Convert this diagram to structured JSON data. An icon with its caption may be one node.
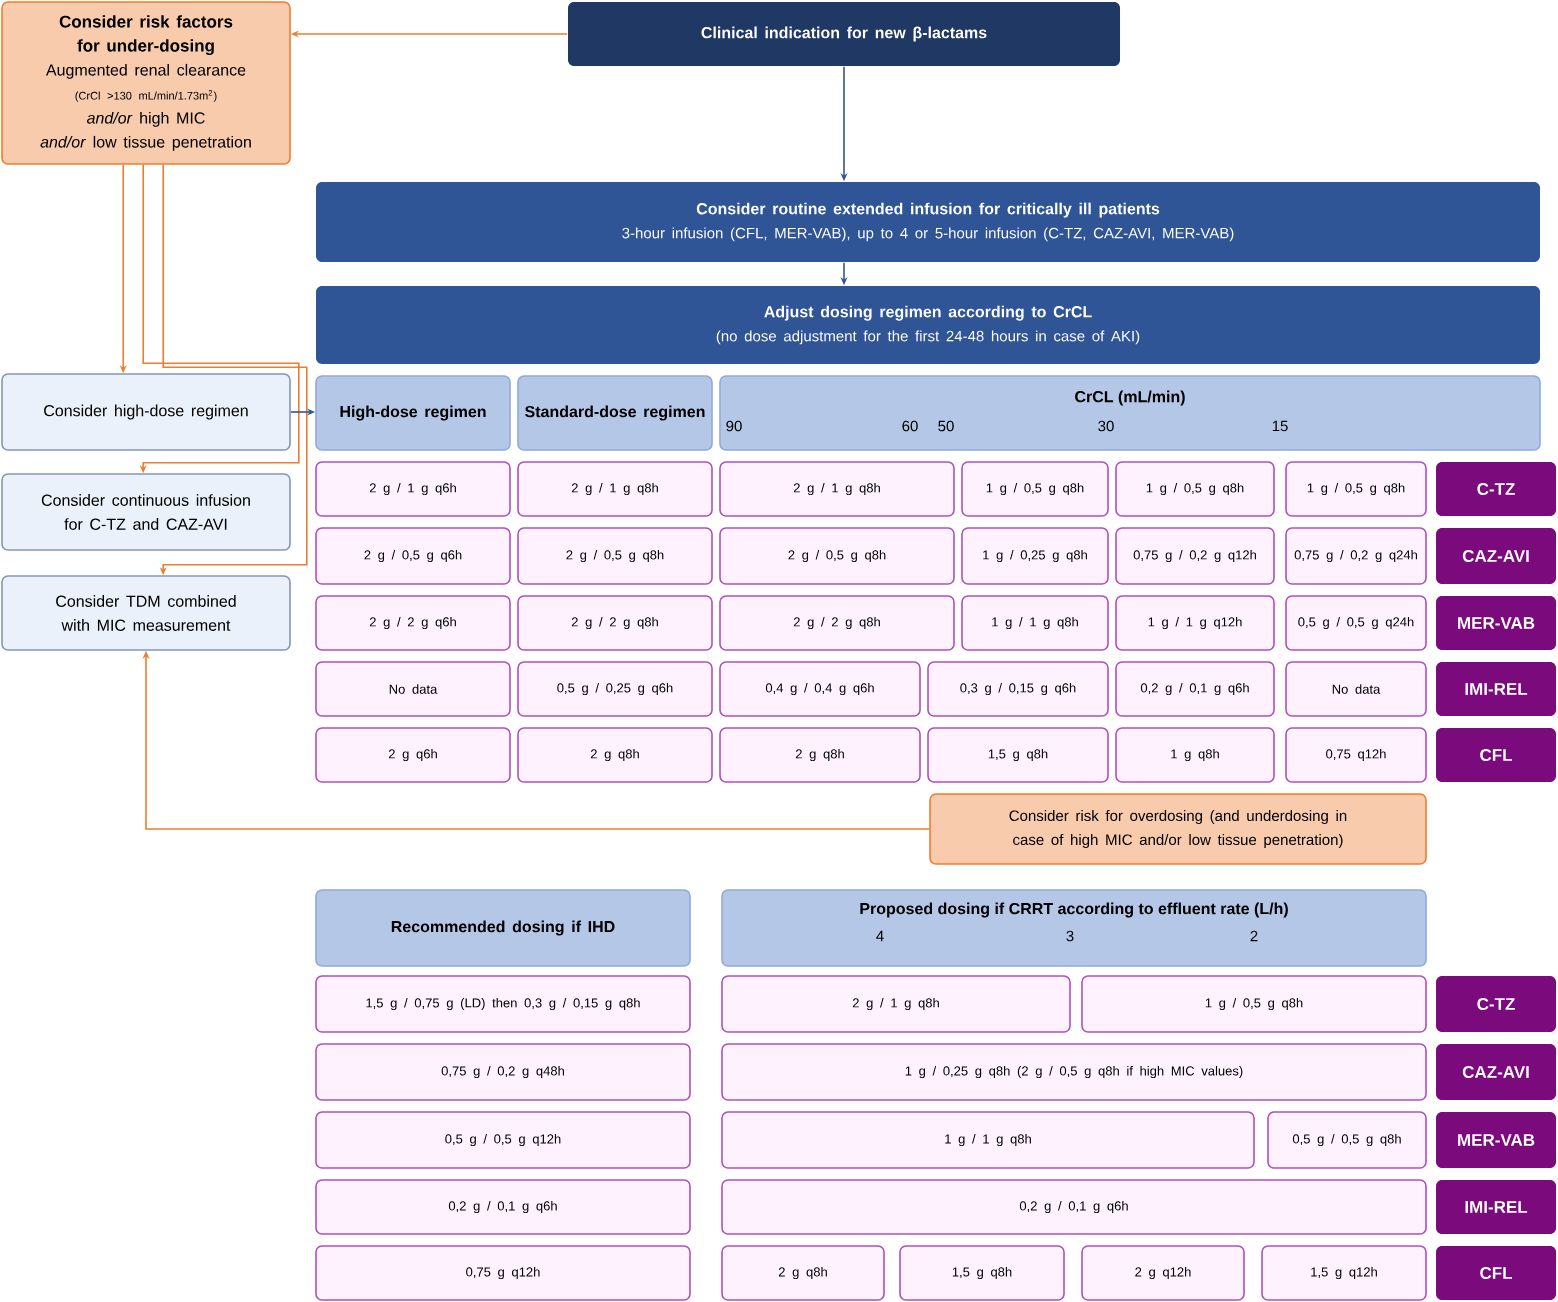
{
  "diagram": {
    "nodes": [
      {
        "text": [
          "Clinical indication for new β-lactams"
        ]
      },
      {
        "text": [
          "Consider risk factors for under-dosing",
          "Augmented renal clearance",
          "(CrCl >130 mL/min/1.73m$^{2}$)",
          "*and/or* high MIC",
          "*and/or* low tissue penetration"
        ]
      },
      {
        "text": [
          "Consider routine extended infusion for critically ill patients",
          "3-hour infusion (CFL, MER-VAB), up to 4 or 5-hour infusion (C-TZ, CAZ-AVI, MER-VAB)"
        ]
      },
      {
        "text": [
          "Adjust dosing regimen according to CrCL",
          "(no dose adjustment for the first 24-48 hours in case of AKI)"
        ]
      },
      {
        "text": [
          "Consider high-dose regimen"
        ]
      },
      {
        "text": [
          "Consider continuous infusion for C-TZ and CAZ-AVI"
        ]
      },
      {
        "text": [
          "Consider TDM combined with MIC measurement"
        ]
      },
      {
        "text": [
          "High-dose regimen"
        ]
      },
      {
        "text": [
          "Standard-dose regimen"
        ]
      },
      {
        "text": [
          "CrCL (mL/min)",
          "90",
          "60",
          "50",
          "30",
          "15"
        ]
      },
      {
        "text": [
          "2 g / 1 g q6h"
        ]
      },
      {
        "text": [
          "2 g / 1 g q8h"
        ]
      },
      {
        "text": [
          "2 g / 1 g q8h"
        ]
      },
      {
        "text": [
          "1 g / 0,5 g q8h"
        ]
      },
      {
        "text": [
          "1 g / 0,5 g q8h"
        ]
      },
      {
        "text": [
          "1 g / 0,5 g q8h"
        ]
      },
      {
        "text": [
          "C-TZ"
        ]
      },
      {
        "text": [
          "2 g / 0,5 g q6h"
        ]
      },
      {
        "text": [
          "2 g / 0,5 g q8h"
        ]
      },
      {
        "text": [
          "2 g / 0,5 g q8h"
        ]
      },
      {
        "text": [
          "1 g / 0,25 g q8h"
        ]
      },
      {
        "text": [
          "0,75 g / 0,2 g q12h"
        ]
      },
      {
        "text": [
          "0,75 g / 0,2 g q24h"
        ]
      },
      {
        "text": [
          "CAZ-AVI"
        ]
      },
      {
        "text": [
          "2 g / 2 g q6h"
        ]
      },
      {
        "text": [
          "2 g / 2 g q8h"
        ]
      },
      {
        "text": [
          "2 g / 2 g q8h"
        ]
      },
      {
        "text": [
          "1 g / 1 g q8h"
        ]
      },
      {
        "text": [
          "1 g / 1 g q12h"
        ]
      },
      {
        "text": [
          "0,5 g / 0,5 g q24h"
        ]
      },
      {
        "text": [
          "MER-VAB"
        ]
      },
      {
        "text": [
          "No data"
        ]
      },
      {
        "text": [
          "0,5 g / 0,25 g q6h"
        ]
      },
      {
        "text": [
          "0,4 g / 0,4 g q6h"
        ]
      },
      {
        "text": [
          "0,3 g / 0,15 g q6h"
        ]
      },
      {
        "text": [
          "0,2 g / 0,1 g q6h"
        ]
      },
      {
        "text": [
          "No data"
        ]
      },
      {
        "text": [
          "IMI-REL"
        ]
      },
      {
        "text": [
          "2 g q6h"
        ]
      },
      {
        "text": [
          "2 g q8h"
        ]
      },
      {
        "text": [
          "2 g q8h"
        ]
      },
      {
        "text": [
          "1,5 g q8h"
        ]
      },
      {
        "text": [
          "1 g q8h"
        ]
      },
      {
        "text": [
          "0,75 q12h"
        ]
      },
      {
        "text": [
          "CFL"
        ]
      },
      {
        "text": [
          "Consider risk for overdosing (and underdosing in case of high MIC and/or low tissue penetration)"
        ]
      },
      {
        "text": [
          "Recommended dosing if IHD"
        ]
      },
      {
        "text": [
          "Proposed dosing if CRRT according to effluent rate (L/h)",
          "4",
          "3",
          "2"
        ]
      },
      {
        "text": [
          "1,5 g / 0,75 g (LD) then 0,3 g / 0,15 g q8h"
        ]
      },
      {
        "text": [
          "2 g / 1 g q8h"
        ]
      },
      {
        "text": [
          "1 g / 0,5 g q8h"
        ]
      },
      {
        "text": [
          "C-TZ"
        ]
      },
      {
        "text": [
          "0,75 g / 0,2 g q48h"
        ]
      },
      {
        "text": [
          "1 g / 0,25 g q8h (2 g / 0,5 g q8h if high MIC values)"
        ]
      },
      {
        "text": [
          "CAZ-AVI"
        ]
      },
      {
        "text": [
          "0,5 g / 0,5 g q12h"
        ]
      },
      {
        "text": [
          "1 g / 1 g q8h"
        ]
      },
      {
        "text": [
          "0,5 g / 0,5 g q8h"
        ]
      },
      {
        "text": [
          "MER-VAB"
        ]
      },
      {
        "text": [
          "0,2 g / 0,1 g q6h"
        ]
      },
      {
        "text": [
          "0,2 g / 0,1 g q6h"
        ]
      },
      {
        "text": [
          "IMI-REL"
        ]
      },
      {
        "text": [
          "0,75 g q12h"
        ]
      },
      {
        "text": [
          "2 g q8h"
        ]
      },
      {
        "text": [
          "1,5 g q8h"
        ]
      },
      {
        "text": [
          "2 g q12h"
        ]
      },
      {
        "text": [
          "1,5 g q12h"
        ]
      },
      {
        "text": [
          "CFL"
        ]
      }
    ],
    "edges": [
      {
        "from": 0,
        "to": 1,
        "arrow": "to"
      },
      {
        "from": 0,
        "to": 2,
        "arrow": "to",
        "color": "#2f5597"
      },
      {
        "from": 2,
        "to": 3,
        "arrow": "to",
        "color": "#2f5597"
      },
      {
        "from": 1,
        "to": 4,
        "arrow": "to"
      },
      {
        "from": 1,
        "to": 5,
        "arrow": "to"
      },
      {
        "from": 1,
        "to": 6,
        "arrow": "to"
      },
      {
        "from": 4,
        "to": 7,
        "arrow": "to",
        "color": "#2f5597"
      },
      {
        "from": 45,
        "to": 6,
        "arrow": "to"
      }
    ]
  }
}
